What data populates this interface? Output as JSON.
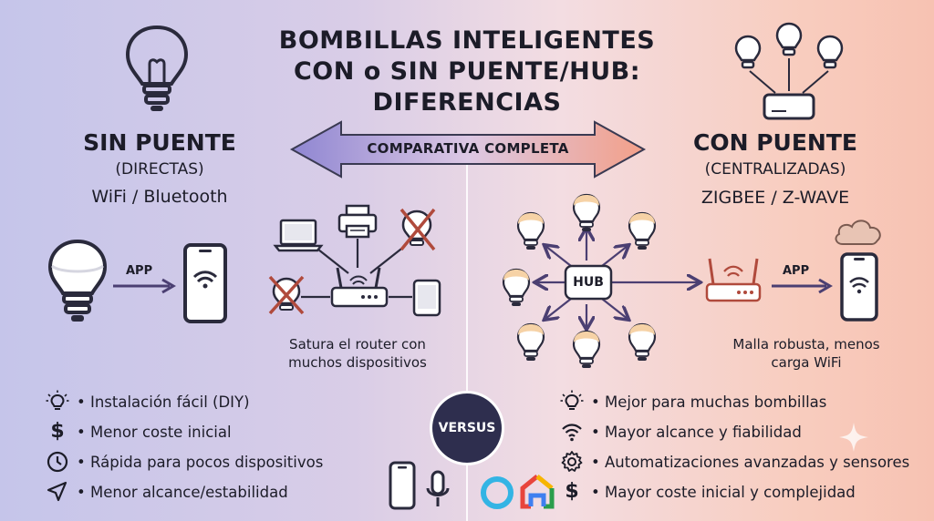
{
  "title": {
    "line1": "BOMBILLAS INTELIGENTES",
    "line2": "CON o SIN PUENTE/HUB:",
    "line3": "DIFERENCIAS"
  },
  "banner": "COMPARATIVA COMPLETA",
  "left": {
    "heading": "SIN PUENTE",
    "subheading": "(DIRECTAS)",
    "tech": "WiFi / Bluetooth",
    "app_label": "APP",
    "router_caption": "Satura el router con muchos dispositivos",
    "features": [
      {
        "icon": "bulb-icon",
        "text": "• Instalación fácil (DIY)"
      },
      {
        "icon": "dollar-icon",
        "text": "• Menor coste inicial"
      },
      {
        "icon": "clock-icon",
        "text": "• Rápida para pocos dispositivos"
      },
      {
        "icon": "location-arrow-icon",
        "text": "• Menor alcance/estabilidad"
      }
    ]
  },
  "right": {
    "heading": "CON PUENTE",
    "subheading": "(CENTRALIZADAS)",
    "tech": "ZIGBEE / Z-WAVE",
    "hub_label": "HUB",
    "app_label": "APP",
    "mesh_caption": "Malla robusta, menos carga WiFi",
    "features": [
      {
        "icon": "bulb-icon",
        "text": "• Mejor para muchas bombillas"
      },
      {
        "icon": "wifi-icon",
        "text": "• Mayor alcance y fiabilidad"
      },
      {
        "icon": "gear-icon",
        "text": "• Automatizaciones avanzadas y sensores"
      },
      {
        "icon": "dollar-icon",
        "text": "• Mayor coste inicial y complejidad"
      }
    ]
  },
  "versus": "VERSUS",
  "colors": {
    "ink": "#1c1c28",
    "arrow_left": "#9a93d6",
    "arrow_right": "#f2a48e",
    "accent_purple": "#4b3f72",
    "accent_red": "#b04a3c"
  }
}
